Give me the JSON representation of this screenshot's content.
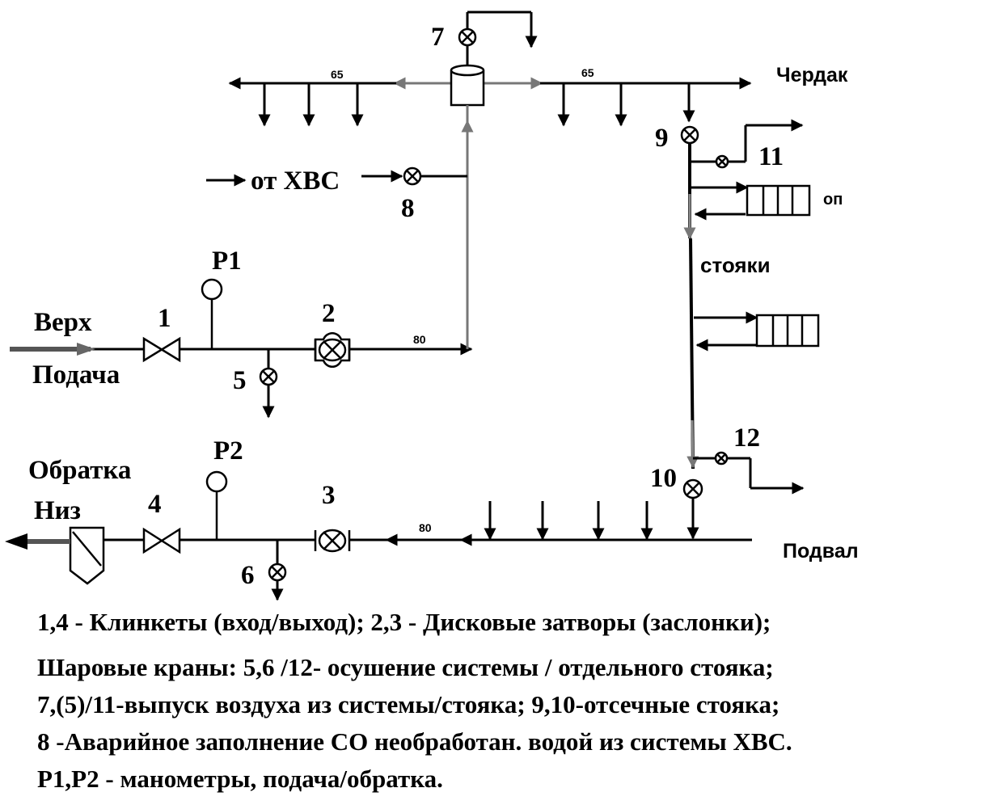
{
  "labels": {
    "valve_1": "1",
    "valve_2": "2",
    "valve_3": "3",
    "valve_4": "4",
    "valve_5": "5",
    "valve_6": "6",
    "valve_7": "7",
    "valve_8": "8",
    "valve_9": "9",
    "valve_10": "10",
    "valve_11": "11",
    "valve_12": "12",
    "p1": "P1",
    "p2": "P2",
    "verkh": "Верх",
    "podacha": "Подача",
    "obratka": "Обратка",
    "niz": "Низ",
    "ot_hvs": "от ХВС",
    "cherdak": "Чердак",
    "podval": "Подвал",
    "stoyaki": "стояки",
    "op": "оп",
    "dn_65_left": "65",
    "dn_65_right": "65",
    "dn_80_top": "80",
    "dn_80_bottom": "80"
  },
  "legend": [
    "1,4 - Клинкеты (вход/выход); 2,3 - Дисковые затворы (заслонки);",
    "Шаровые краны: 5,6 /12- осушение системы / отдельного стояка;",
    "7,(5)/11-выпуск воздуха из системы/стояка; 9,10-отсечные стояка;",
    "8 -Аварийное заполнение СО необработан. водой из системы ХВС.",
    "P1,P2 - манометры, подача/обратка."
  ]
}
